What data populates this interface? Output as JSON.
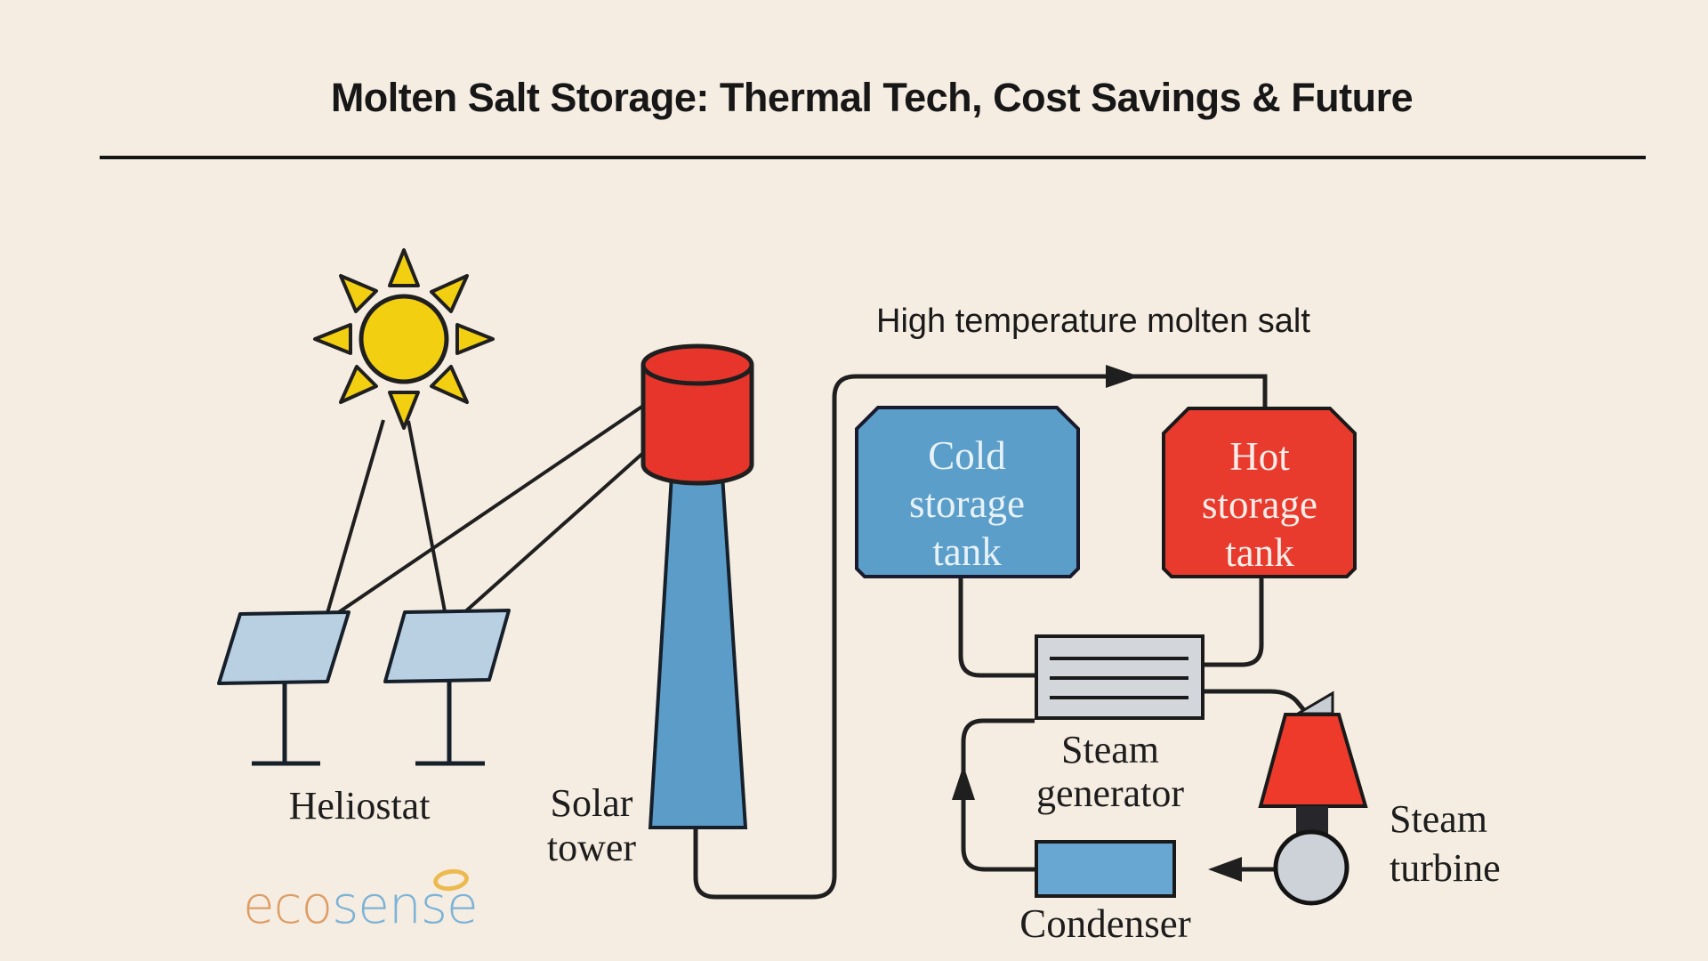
{
  "title": "Molten Salt Storage: Thermal Tech, Cost Savings & Future",
  "flow_label": "High temperature molten salt",
  "labels": {
    "heliostat": "Heliostat",
    "solar_tower": "Solar tower",
    "cold_tank": "Cold storage tank",
    "hot_tank": "Hot storage tank",
    "steam_generator": "Steam generator",
    "steam_turbine": "Steam turbine",
    "condenser": "Condenser"
  },
  "logo": {
    "eco": "eco",
    "sense": "sense"
  },
  "colors": {
    "background": "#F6EDE2",
    "ink": "#1C1C1C",
    "sun_yellow": "#F2CF10",
    "mirror_blue": "#B9CFE2",
    "tower_blue": "#5B9CC8",
    "tank_cold_blue": "#5B9EC9",
    "condenser_blue": "#69A7D3",
    "hot_red": "#E93A2C",
    "metal_gray": "#D3D6DB",
    "turbine_circle_gray": "#CDD1D8",
    "logo_orange": "#DD9E66",
    "logo_blue": "#7CB3D6",
    "halo_gold": "#EDBA50"
  }
}
